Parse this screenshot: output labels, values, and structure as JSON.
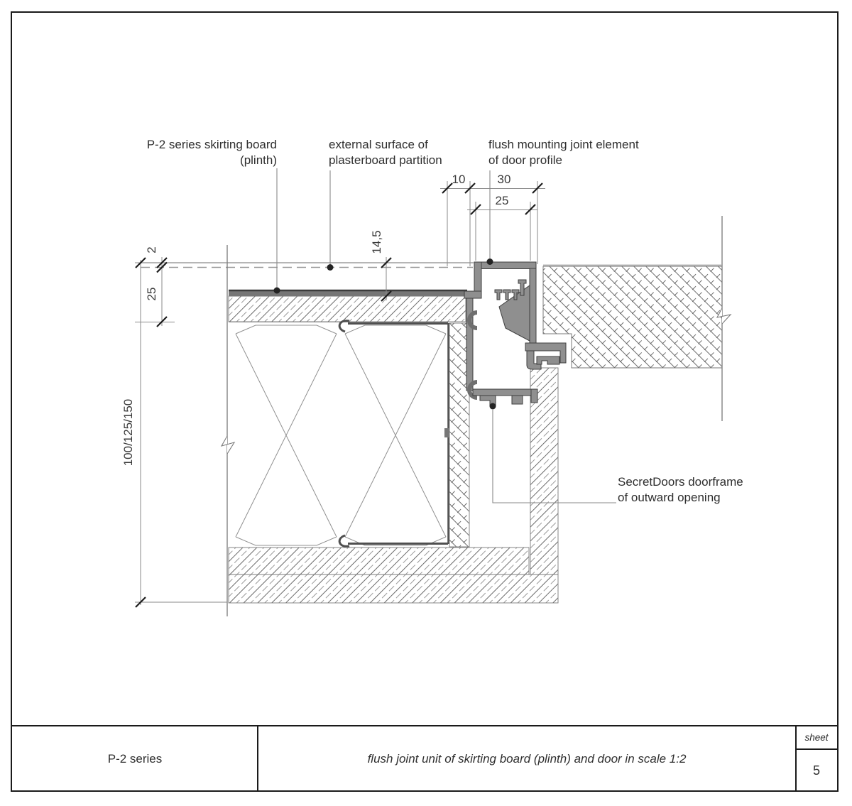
{
  "labels": {
    "skirting_board": {
      "line1": "P-2 series skirting board",
      "line2": "(plinth)"
    },
    "external_surface": {
      "line1": "external surface of",
      "line2": "plasterboard partition"
    },
    "flush_joint": {
      "line1": "flush mounting joint element",
      "line2": "of door profile"
    },
    "doorframe": {
      "line1": "SecretDoors doorframe",
      "line2": "of outward opening"
    }
  },
  "dimensions": {
    "gap": "2",
    "plasterboard_thickness": "25",
    "surface_to_skirting": "14,5",
    "strip_width": "10",
    "profile_outer": "30",
    "profile_inner": "25",
    "partition_thickness": "100/125/150"
  },
  "title_block": {
    "series": "P-2 series",
    "drawing_title": "flush joint unit of skirting board (plinth) and door in scale 1:2",
    "sheet_label": "sheet",
    "sheet_number": "5"
  },
  "colors": {
    "line_dark": "#2e2e2e",
    "profile_fill": "#8f8f8f",
    "skirting_fill": "#767676",
    "hatch_line": "#6a6a6a",
    "dim_line": "#8a8a8a"
  }
}
